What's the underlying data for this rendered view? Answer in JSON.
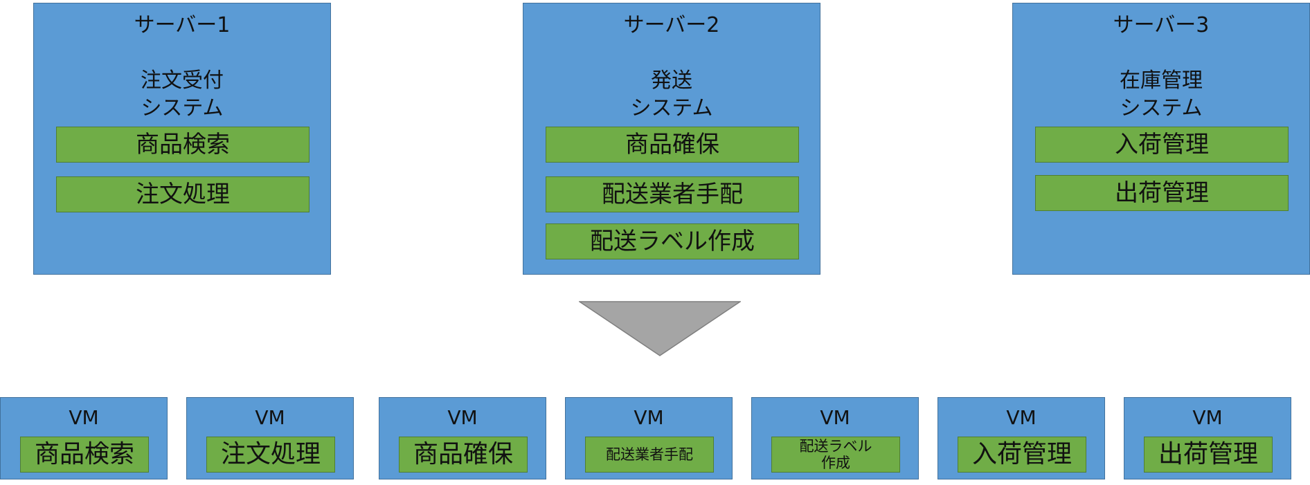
{
  "servers": [
    {
      "title": "サーバー1",
      "system": "注文受付\nシステム",
      "functions": [
        "商品検索",
        "注文処理"
      ]
    },
    {
      "title": "サーバー2",
      "system": "発送\nシステム",
      "functions": [
        "商品確保",
        "配送業者手配",
        "配送ラベル作成"
      ]
    },
    {
      "title": "サーバー3",
      "system": "在庫管理\nシステム",
      "functions": [
        "入荷管理",
        "出荷管理"
      ]
    }
  ],
  "arrow": {
    "icon": "down-triangle-icon",
    "color": "#a5a5a5"
  },
  "vms": [
    {
      "title": "VM",
      "function": "商品検索"
    },
    {
      "title": "VM",
      "function": "注文処理"
    },
    {
      "title": "VM",
      "function": "商品確保"
    },
    {
      "title": "VM",
      "function": "配送業者手配"
    },
    {
      "title": "VM",
      "function": "配送ラベル\n作成"
    },
    {
      "title": "VM",
      "function": "入荷管理"
    },
    {
      "title": "VM",
      "function": "出荷管理"
    }
  ],
  "colors": {
    "server_fill": "#5b9bd5",
    "server_border": "#41719c",
    "function_fill": "#70ad47",
    "function_border": "#507e32"
  }
}
